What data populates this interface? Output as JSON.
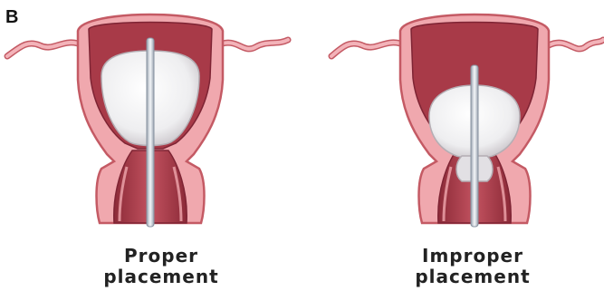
{
  "figure": {
    "panel_letter": "B",
    "diagrams": [
      {
        "caption_line1": "Proper",
        "caption_line2": "placement",
        "balloon_position": "upper uterine cavity"
      },
      {
        "caption_line1": "Improper",
        "caption_line2": "placement",
        "balloon_position": "lower uterine segment / cervix"
      }
    ],
    "colors": {
      "outer_wall": "#f0a8ae",
      "outline": "#c45a64",
      "cavity": "#a83a48",
      "canal": "#b4404e",
      "balloon": "#ecebed",
      "catheter": "#c8cfd8"
    }
  }
}
